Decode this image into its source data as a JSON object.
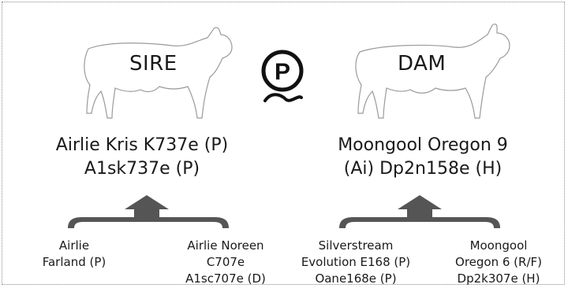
{
  "sire": {
    "badge": "SIRE",
    "name_line1": "Airlie Kris K737e (P)",
    "name_line2": "A1sk737e (P)",
    "parents": [
      {
        "lines": [
          "Airlie",
          "Farland (P)"
        ]
      },
      {
        "lines": [
          "Airlie Noreen",
          "C707e",
          "A1sc707e (D)"
        ]
      }
    ]
  },
  "dam": {
    "badge": "DAM",
    "name_line1": "Moongool Oregon 9",
    "name_line2": "(Ai) Dp2n158e (H)",
    "parents": [
      {
        "lines": [
          "Silverstream",
          "Evolution E168 (P)",
          "Oane168e (P)"
        ]
      },
      {
        "lines": [
          "Moongool",
          "Oregon 6 (R/F)",
          "Dp2k307e (H)"
        ]
      }
    ]
  },
  "brand_letter": "P",
  "colors": {
    "bracket": "#555555",
    "outline": "#9a9a9a",
    "text": "#1a1a1a"
  }
}
